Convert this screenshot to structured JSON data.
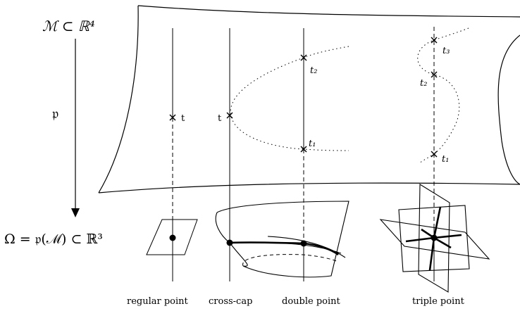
{
  "manifold_label": "ℳ ⊂ ℝ⁴",
  "projection_label": "𝔭",
  "image_label": "Ω = 𝔭(ℳ) ⊂ ℝ³",
  "points": {
    "t_regular": "t",
    "t_crosscap": "t",
    "t1_double": "t₁",
    "t2_double": "t₂",
    "t1_triple": "t₁",
    "t2_triple": "t₂",
    "t3_triple": "t₃"
  },
  "captions": {
    "regular": "regular point",
    "crosscap": "cross-cap",
    "double": "double point",
    "triple": "triple point"
  }
}
